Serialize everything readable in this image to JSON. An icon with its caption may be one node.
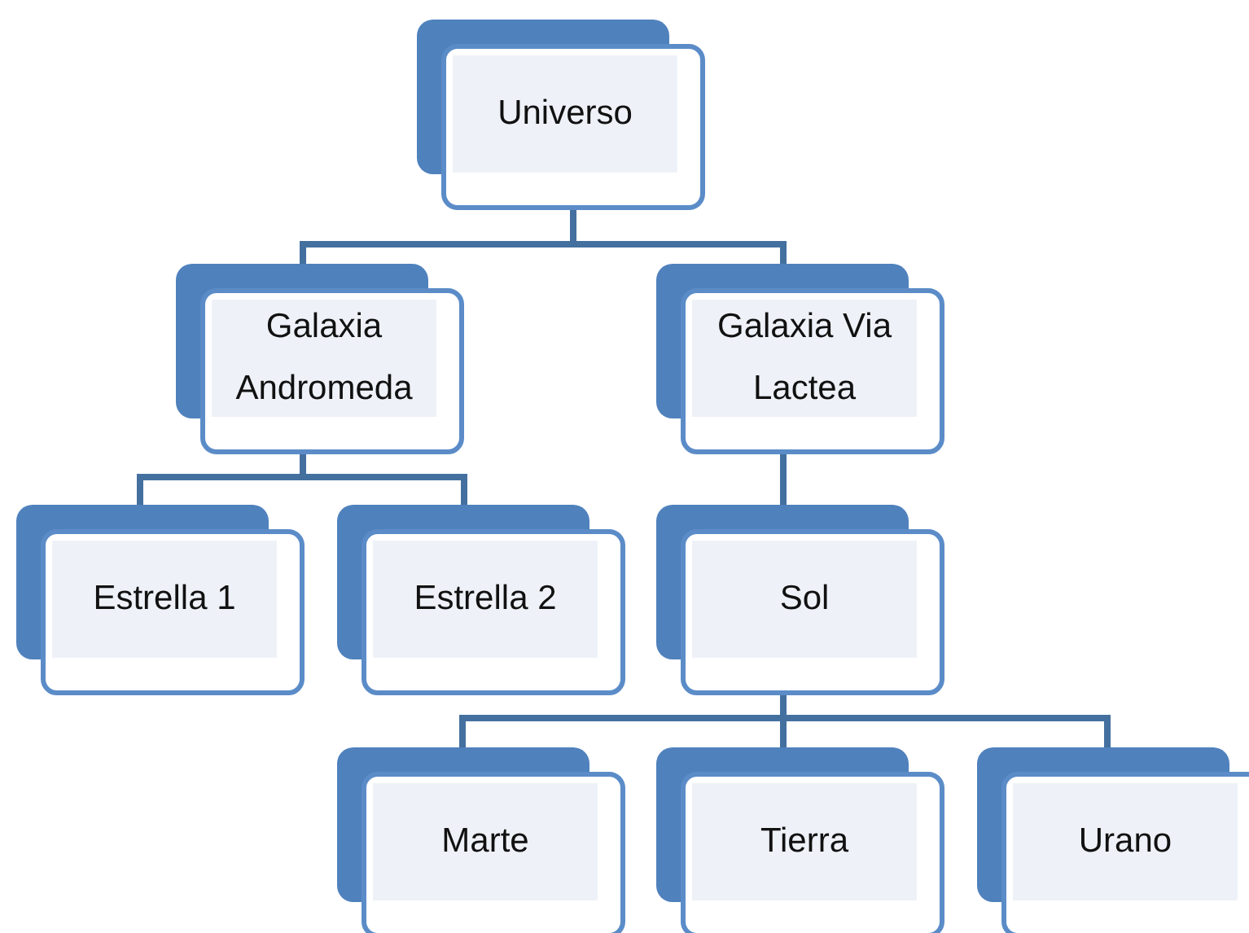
{
  "diagram": {
    "nodes": [
      {
        "text": [
          "Universo"
        ]
      },
      {
        "text": [
          "Galaxia Andromeda"
        ]
      },
      {
        "text": [
          "Galaxia Via Lactea"
        ]
      },
      {
        "text": [
          "Estrella 1"
        ]
      },
      {
        "text": [
          "Estrella 2"
        ]
      },
      {
        "text": [
          "Sol"
        ]
      },
      {
        "text": [
          "Marte"
        ]
      },
      {
        "text": [
          "Tierra"
        ]
      },
      {
        "text": [
          "Urano"
        ]
      }
    ],
    "edges": [
      {
        "from": 0,
        "to": 1,
        "arrow": "none"
      },
      {
        "from": 0,
        "to": 2,
        "arrow": "none"
      },
      {
        "from": 1,
        "to": 3,
        "arrow": "none"
      },
      {
        "from": 1,
        "to": 4,
        "arrow": "none"
      },
      {
        "from": 2,
        "to": 5,
        "arrow": "none"
      },
      {
        "from": 5,
        "to": 6,
        "arrow": "none"
      },
      {
        "from": 5,
        "to": 7,
        "arrow": "none"
      },
      {
        "from": 5,
        "to": 8,
        "arrow": "none"
      }
    ]
  }
}
